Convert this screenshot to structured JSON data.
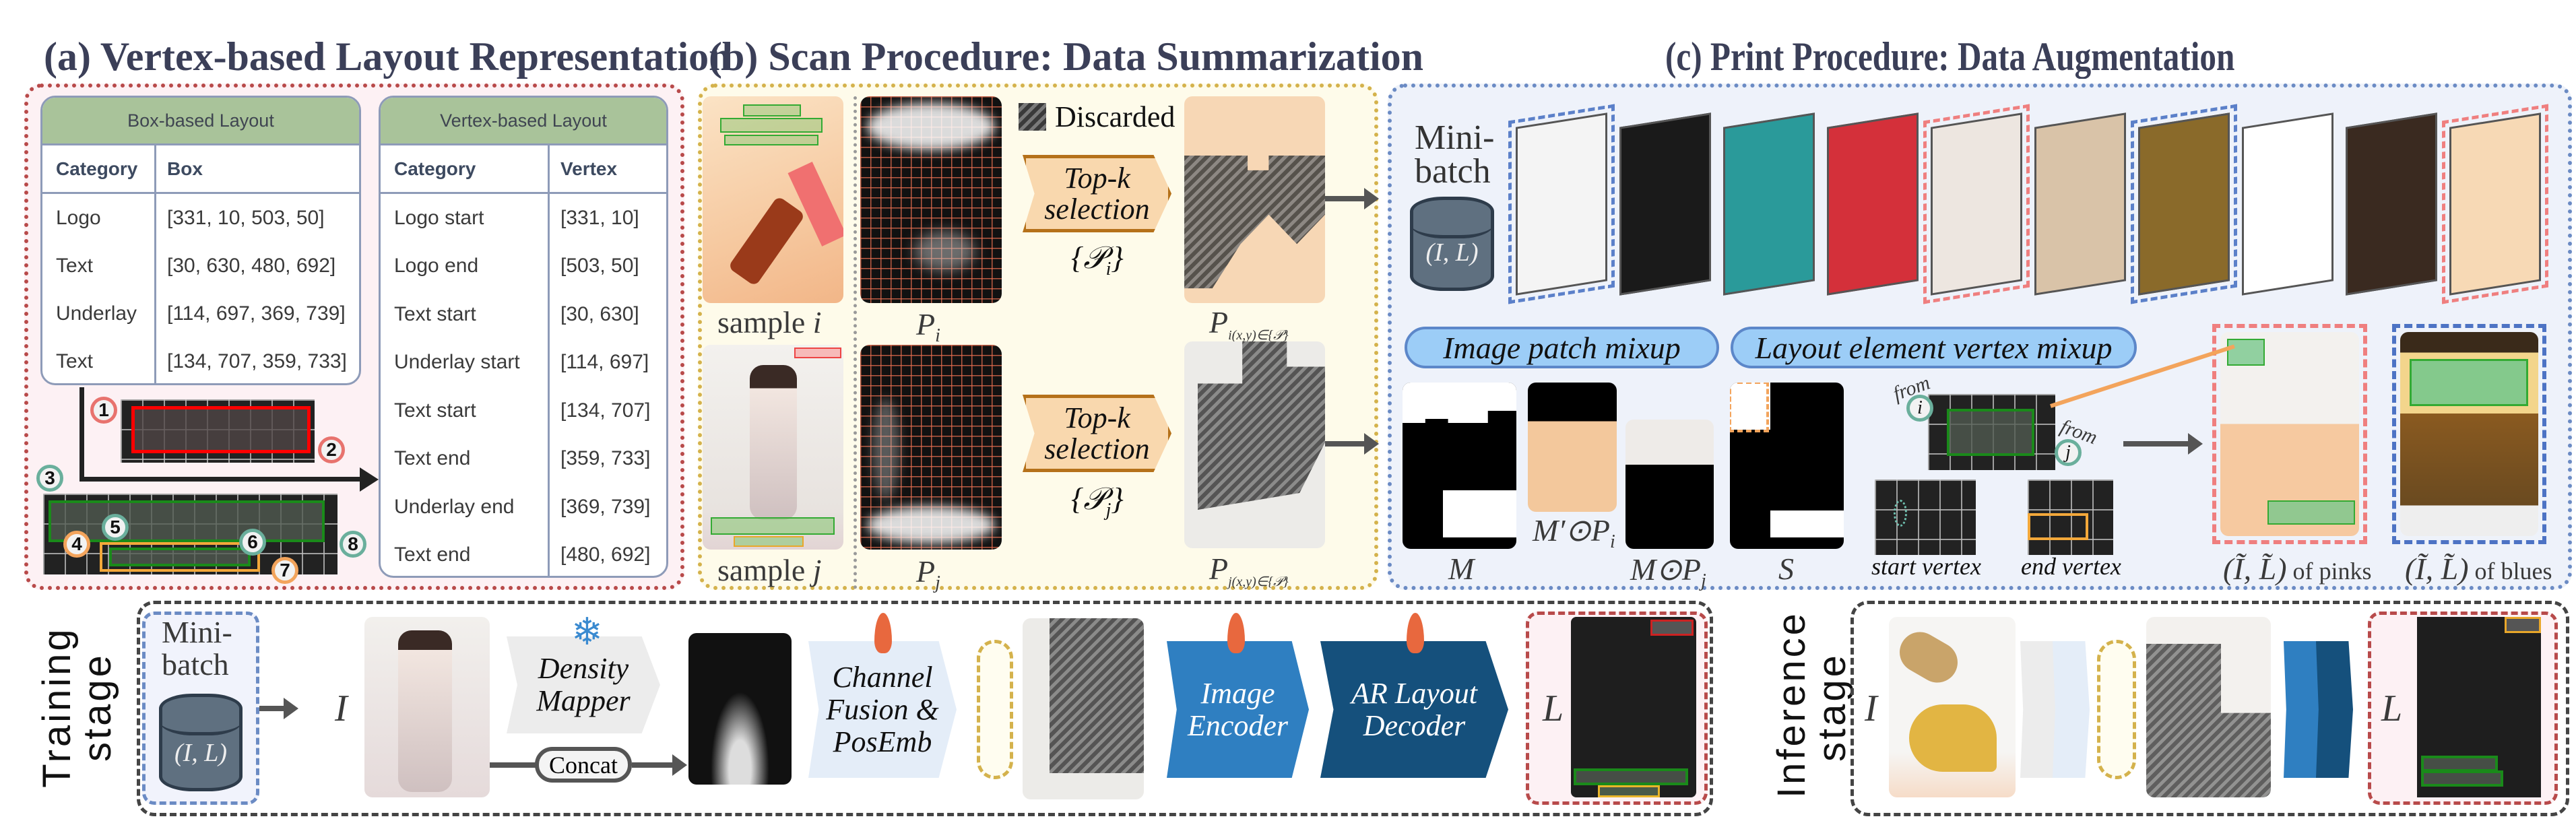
{
  "panel_a": {
    "title": "(a) Vertex-based Layout Representation",
    "box_table": {
      "title": "Box-based Layout",
      "headers": [
        "Category",
        "Box"
      ],
      "rows": [
        [
          "Logo",
          "[331, 10, 503, 50]"
        ],
        [
          "Text",
          "[30, 630, 480, 692]"
        ],
        [
          "Underlay",
          "[114, 697, 369, 739]"
        ],
        [
          "Text",
          "[134, 707, 359, 733]"
        ]
      ]
    },
    "vertex_table": {
      "title": "Vertex-based Layout",
      "headers": [
        "Category",
        "Vertex"
      ],
      "rows": [
        [
          "Logo start",
          "[331, 10]"
        ],
        [
          "Logo end",
          "[503, 50]"
        ],
        [
          "Text start",
          "[30, 630]"
        ],
        [
          "Underlay start",
          "[114, 697]"
        ],
        [
          "Text start",
          "[134, 707]"
        ],
        [
          "Text end",
          "[359, 733]"
        ],
        [
          "Underlay end",
          "[369, 739]"
        ],
        [
          "Text end",
          "[480, 692]"
        ]
      ]
    },
    "badges": [
      "1",
      "2",
      "3",
      "4",
      "5",
      "6",
      "7",
      "8"
    ],
    "colors": {
      "logo": "#e8736e",
      "text": "#6aaf9c",
      "underlay": "#f3a45c"
    }
  },
  "panel_b": {
    "title": "(b) Scan Procedure: Data Summarization",
    "legend": "Discarded",
    "sample_i": {
      "text": "sample ",
      "var": "i"
    },
    "sample_j": {
      "text": "sample ",
      "var": "j"
    },
    "density_i": {
      "base": "P",
      "sub": "i"
    },
    "density_j": {
      "base": "P",
      "sub": "j"
    },
    "topk_label": "Top-k selection",
    "set_i": {
      "open": "{𝒫",
      "sub": "i",
      "close": "}"
    },
    "set_j": {
      "open": "{𝒫",
      "sub": "j",
      "close": "}"
    },
    "result_i": {
      "base": "P",
      "sub": "i(x,y)∈{𝒫}"
    },
    "result_j": {
      "base": "P",
      "sub": "j(x,y)∈{𝒫}"
    }
  },
  "panel_c": {
    "title": "(c) Print Procedure: Data Augmentation",
    "minibatch": [
      "Mini-",
      "batch"
    ],
    "cylinder_label": "(I, L)",
    "cards": [
      {
        "bg": "#f4f4f4",
        "frame": "blue"
      },
      {
        "bg": "#1a1a1a",
        "frame": "none"
      },
      {
        "bg": "#2a9a9a",
        "frame": "none"
      },
      {
        "bg": "#d4303a",
        "frame": "none"
      },
      {
        "bg": "#ede6e0",
        "frame": "pink"
      },
      {
        "bg": "#d9c3a8",
        "frame": "none"
      },
      {
        "bg": "#8a6a2a",
        "frame": "blue"
      },
      {
        "bg": "#ffffff",
        "frame": "none"
      },
      {
        "bg": "#3a2a20",
        "frame": "none"
      },
      {
        "bg": "#f7d9b5",
        "frame": "pink"
      }
    ],
    "frame_colors": {
      "blue": "#5b80c9",
      "pink": "#ef7f7f"
    },
    "image_patch_mixup": "Image patch mixup",
    "layout_vertex_mixup": "Layout element vertex mixup",
    "mask_label": "M",
    "masked_i": {
      "base": "M′⊙P",
      "sub": "i"
    },
    "masked_j": {
      "base": "M⊙P",
      "sub": "j"
    },
    "s_label": "S",
    "from_label": "from",
    "vertex_i": "i",
    "vertex_j": "j",
    "start_vertex": "start vertex",
    "end_vertex": "end vertex",
    "result_pinks": {
      "pair": "(Ĩ, L̃)",
      "suffix": " of pinks"
    },
    "result_blues": {
      "pair": "(Ĩ, L̃)",
      "suffix": " of blues"
    }
  },
  "training": {
    "stage_label": [
      "Training",
      "stage"
    ],
    "minibatch": [
      "Mini-",
      "batch"
    ],
    "cylinder_label": "(I, L)",
    "input_label": "I",
    "density_mapper": "Density Mapper",
    "concat": "Concat",
    "channel_fusion": "Channel Fusion & PosEmb",
    "image_encoder": "Image Encoder",
    "decoder": "AR Layout Decoder",
    "output_label": "L",
    "encoder_color": "#2f7fc1",
    "decoder_color": "#15507c"
  },
  "inference": {
    "stage_label": [
      "Inference",
      "stage"
    ],
    "input_label": "I",
    "output_label": "L"
  }
}
